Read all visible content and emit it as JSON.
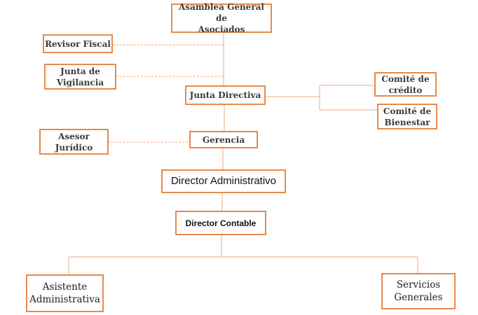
{
  "colors": {
    "border": "#e8894a",
    "line": "#f0a878",
    "text": "#3a3a3a"
  },
  "nodes": {
    "asamblea": "Asamblea General de\nAsociados",
    "revisor": "Revisor Fiscal",
    "junta_vigilancia": "Junta de\nVigilancia",
    "junta_directiva": "Junta Directiva",
    "comite_credito": "Comité de\ncrédito",
    "comite_bienestar": "Comité de\nBienestar",
    "asesor": "Asesor\nJurídico",
    "gerencia": "Gerencia",
    "director_admin": "Director Administrativo",
    "director_contable": "Director Contable",
    "asistente": "Asistente\nAdministrativa",
    "servicios": "Servicios\nGenerales"
  }
}
